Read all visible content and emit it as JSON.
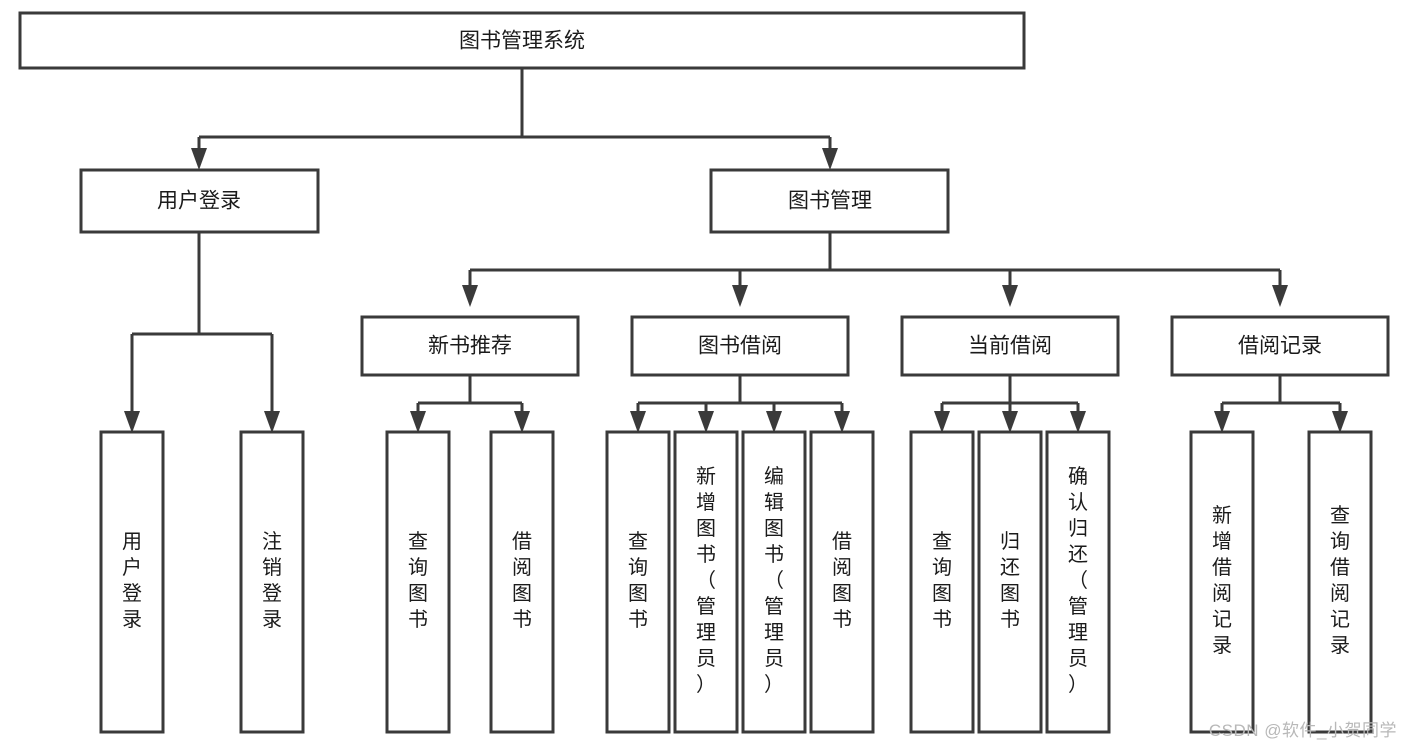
{
  "diagram": {
    "type": "hierarchical-org-chart",
    "title": "图书管理系统",
    "root": {
      "id": "root",
      "label": "图书管理系统",
      "orientation": "horizontal"
    },
    "level2": [
      {
        "id": "user-login",
        "label": "用户登录",
        "orientation": "horizontal"
      },
      {
        "id": "book-management",
        "label": "图书管理",
        "orientation": "horizontal"
      }
    ],
    "level3": [
      {
        "id": "new-book-recommend",
        "label": "新书推荐",
        "parent": "book-management",
        "orientation": "horizontal"
      },
      {
        "id": "book-borrow",
        "label": "图书借阅",
        "parent": "book-management",
        "orientation": "horizontal"
      },
      {
        "id": "current-borrow",
        "label": "当前借阅",
        "parent": "book-management",
        "orientation": "horizontal"
      },
      {
        "id": "borrow-record",
        "label": "借阅记录",
        "parent": "book-management",
        "orientation": "horizontal"
      }
    ],
    "leaves": [
      {
        "id": "leaf-user-login",
        "label": "用户登录",
        "parent": "user-login",
        "orientation": "vertical"
      },
      {
        "id": "leaf-user-logout",
        "label": "注销登录",
        "parent": "user-login",
        "orientation": "vertical"
      },
      {
        "id": "leaf-query-book-1",
        "label": "查询图书",
        "parent": "new-book-recommend",
        "orientation": "vertical"
      },
      {
        "id": "leaf-borrow-book-1",
        "label": "借阅图书",
        "parent": "new-book-recommend",
        "orientation": "vertical"
      },
      {
        "id": "leaf-query-book-2",
        "label": "查询图书",
        "parent": "book-borrow",
        "orientation": "vertical"
      },
      {
        "id": "leaf-add-book",
        "label": "新增图书（管理员）",
        "parent": "book-borrow",
        "orientation": "vertical"
      },
      {
        "id": "leaf-edit-book",
        "label": "编辑图书（管理员）",
        "parent": "book-borrow",
        "orientation": "vertical"
      },
      {
        "id": "leaf-borrow-book-2",
        "label": "借阅图书",
        "parent": "book-borrow",
        "orientation": "vertical"
      },
      {
        "id": "leaf-query-book-3",
        "label": "查询图书",
        "parent": "current-borrow",
        "orientation": "vertical"
      },
      {
        "id": "leaf-return-book",
        "label": "归还图书",
        "parent": "current-borrow",
        "orientation": "vertical"
      },
      {
        "id": "leaf-confirm-return",
        "label": "确认归还（管理员）",
        "parent": "current-borrow",
        "orientation": "vertical"
      },
      {
        "id": "leaf-add-record",
        "label": "新增借阅记录",
        "parent": "borrow-record",
        "orientation": "vertical"
      },
      {
        "id": "leaf-query-record",
        "label": "查询借阅记录",
        "parent": "borrow-record",
        "orientation": "vertical"
      }
    ],
    "colors": {
      "box_stroke": "#3a3a3a",
      "box_fill": "#ffffff",
      "text": "#1b1b1b",
      "background": "#ffffff",
      "watermark": "#b8b8b8"
    }
  },
  "watermark": {
    "text": "CSDN @软件_小贺同学"
  }
}
